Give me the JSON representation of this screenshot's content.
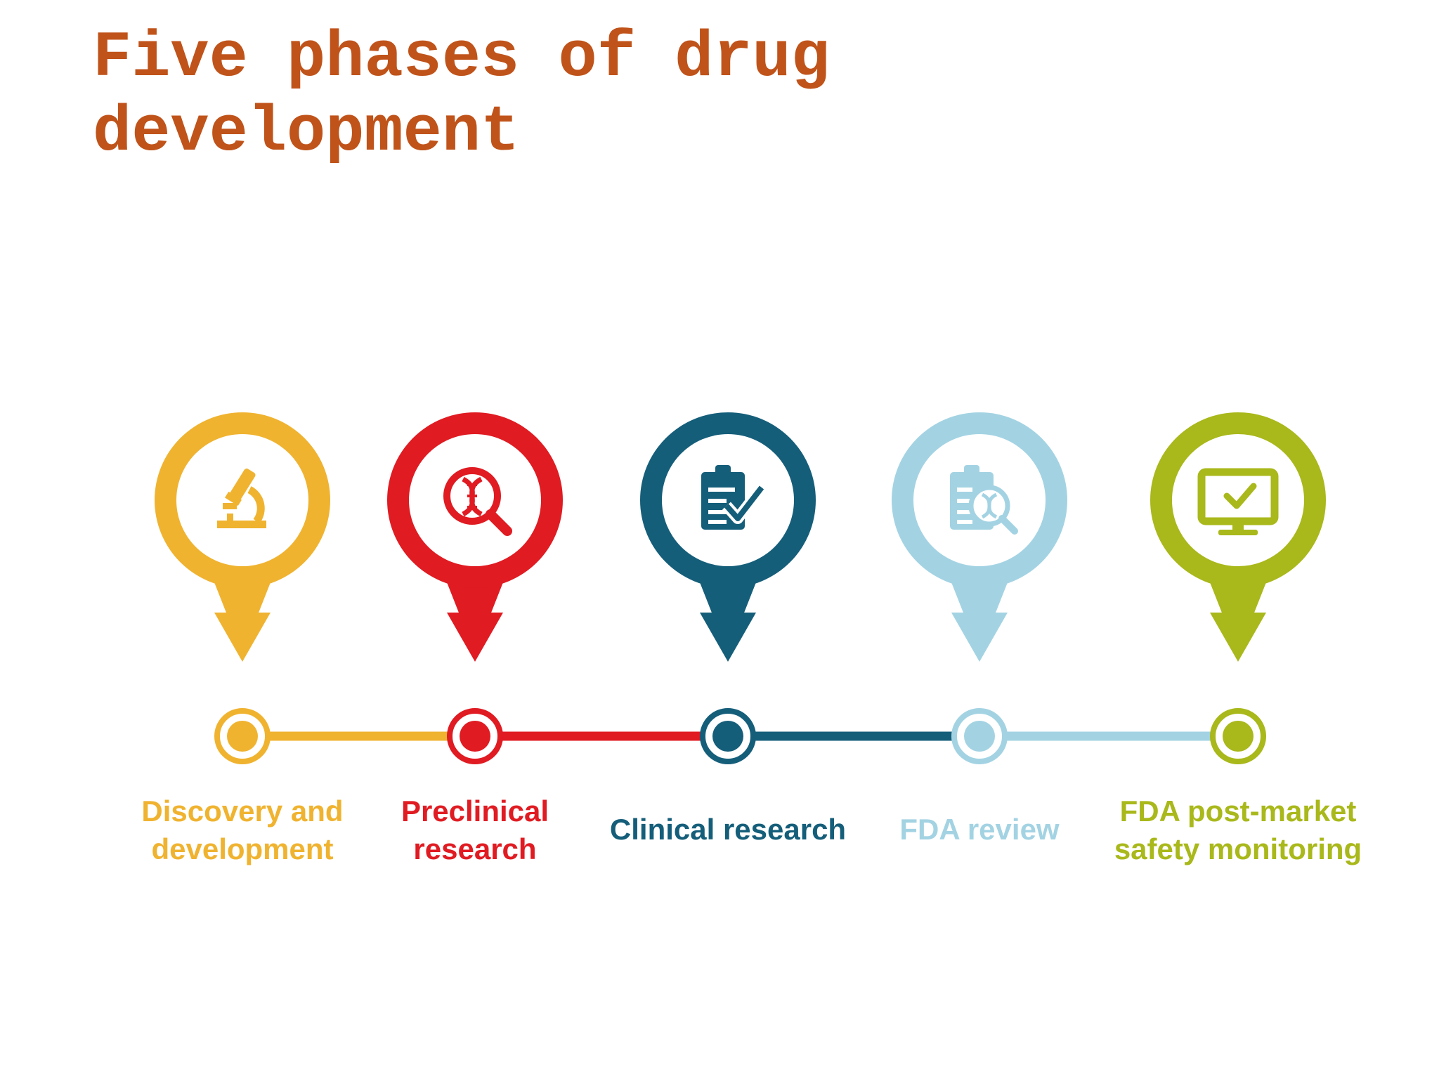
{
  "title": {
    "line1": "Five phases of drug",
    "line2": "development"
  },
  "phases": [
    {
      "lines": [
        "Discovery and",
        "development"
      ],
      "color": "#f0b330",
      "icon": "microscope-icon"
    },
    {
      "lines": [
        "Preclinical",
        "research"
      ],
      "color": "#e01b22",
      "icon": "dna-magnifier-icon"
    },
    {
      "lines": [
        "Clinical research"
      ],
      "color": "#155e7a",
      "icon": "clipboard-check-icon"
    },
    {
      "lines": [
        "FDA review"
      ],
      "color": "#a3d3e3",
      "icon": "clipboard-dna-search-icon"
    },
    {
      "lines": [
        "FDA post-market",
        "safety monitoring"
      ],
      "color": "#a9b81a",
      "icon": "monitor-check-icon"
    }
  ]
}
